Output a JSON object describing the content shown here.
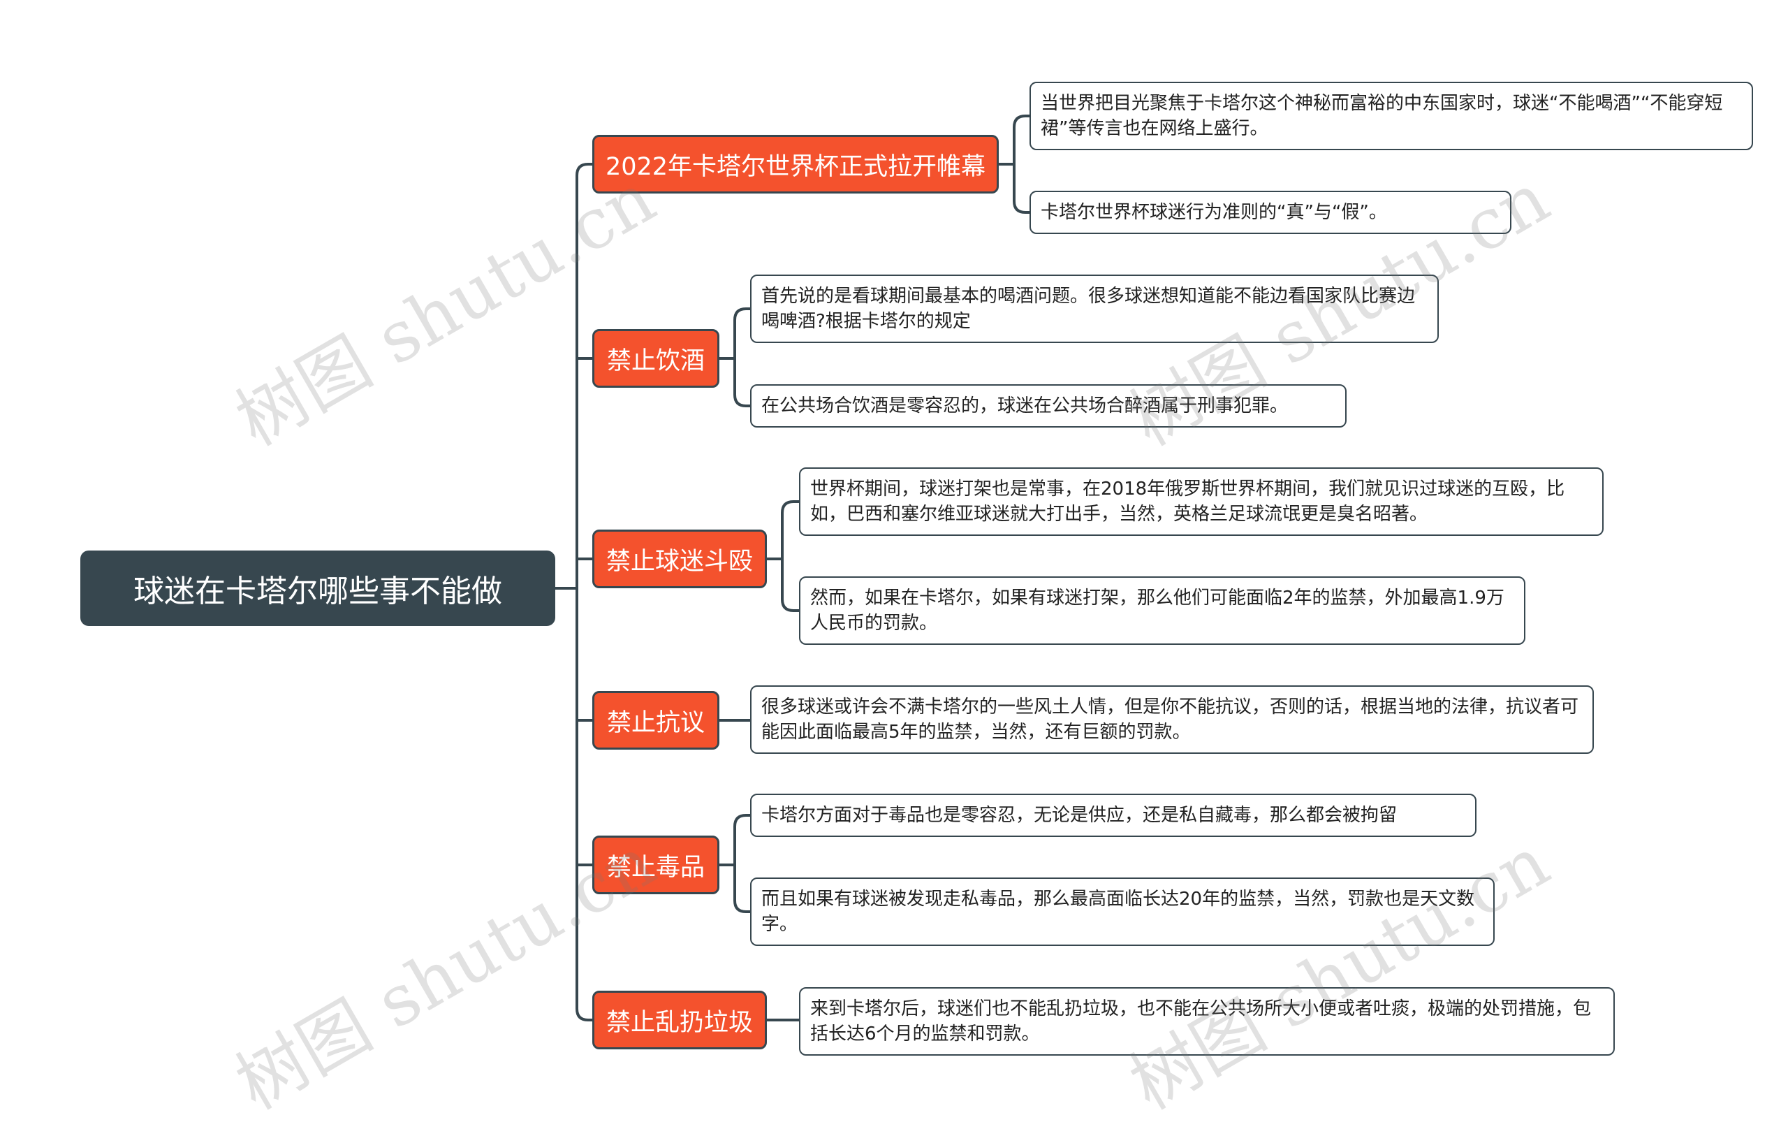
{
  "root": {
    "label": "球迷在卡塔尔哪些事不能做"
  },
  "branches": [
    {
      "label": "2022年卡塔尔世界杯正式拉开帷幕",
      "leaves": [
        "当世界把目光聚焦于卡塔尔这个神秘而富裕的中东国家时，球迷“不能喝酒”“不能穿短裙”等传言也在网络上盛行。",
        "卡塔尔世界杯球迷行为准则的“真”与“假”。"
      ]
    },
    {
      "label": "禁止饮酒",
      "leaves": [
        "首先说的是看球期间最基本的喝酒问题。很多球迷想知道能不能边看国家队比赛边喝啤酒?根据卡塔尔的规定",
        "在公共场合饮酒是零容忍的，球迷在公共场合醉酒属于刑事犯罪。"
      ]
    },
    {
      "label": "禁止球迷斗殴",
      "leaves": [
        "世界杯期间，球迷打架也是常事，在2018年俄罗斯世界杯期间，我们就见识过球迷的互殴，比如，巴西和塞尔维亚球迷就大打出手，当然，英格兰足球流氓更是臭名昭著。",
        "然而，如果在卡塔尔，如果有球迷打架，那么他们可能面临2年的监禁，外加最高1.9万人民币的罚款。"
      ]
    },
    {
      "label": "禁止抗议",
      "leaves": [
        "很多球迷或许会不满卡塔尔的一些风土人情，但是你不能抗议，否则的话，根据当地的法律，抗议者可能因此面临最高5年的监禁，当然，还有巨额的罚款。"
      ]
    },
    {
      "label": "禁止毒品",
      "leaves": [
        "卡塔尔方面对于毒品也是零容忍，无论是供应，还是私自藏毒，那么都会被拘留",
        "而且如果有球迷被发现走私毒品，那么最高面临长达20年的监禁，当然，罚款也是天文数字。"
      ]
    },
    {
      "label": "禁止乱扔垃圾",
      "leaves": [
        "来到卡塔尔后，球迷们也不能乱扔垃圾，也不能在公共场所大小便或者吐痰，极端的处罚措施，包括长达6个月的监禁和罚款。"
      ]
    }
  ],
  "watermark": "树图 shutu.cn",
  "colors": {
    "root": "#37474f",
    "branch": "#f4522d",
    "line": "#37474f"
  }
}
